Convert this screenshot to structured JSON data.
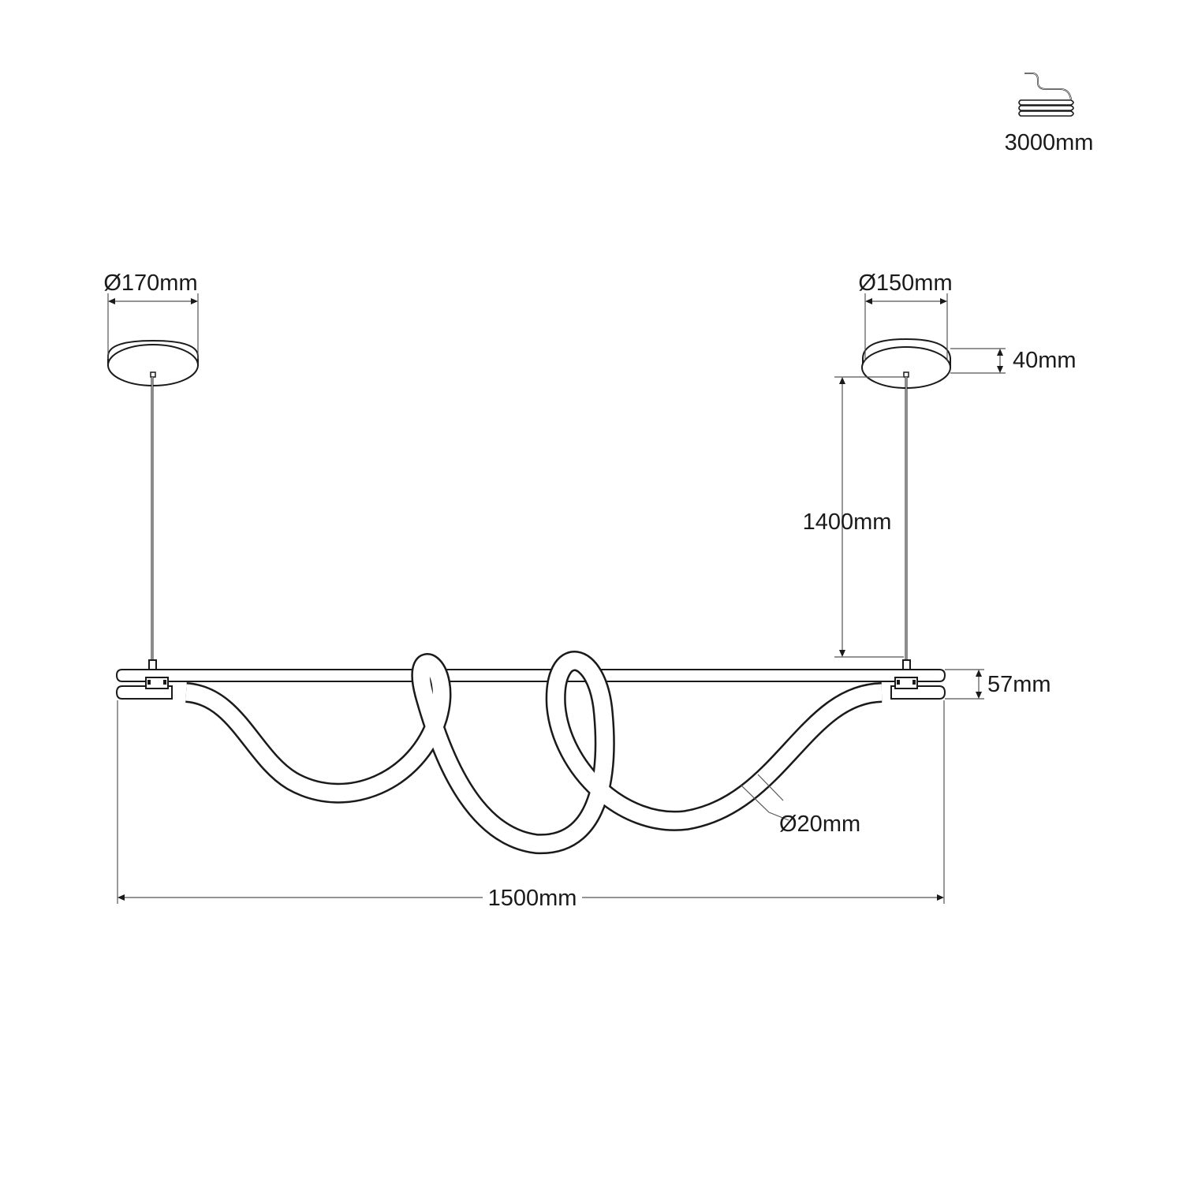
{
  "cable": {
    "length_label": "3000mm",
    "icon": "coiled-cable-icon"
  },
  "dimensions": {
    "left_canopy_diameter": "Ø170mm",
    "right_canopy_diameter": "Ø150mm",
    "canopy_height": "40mm",
    "suspension_length": "1400mm",
    "bar_height": "57mm",
    "tube_diameter": "Ø20mm",
    "total_width": "1500mm"
  }
}
